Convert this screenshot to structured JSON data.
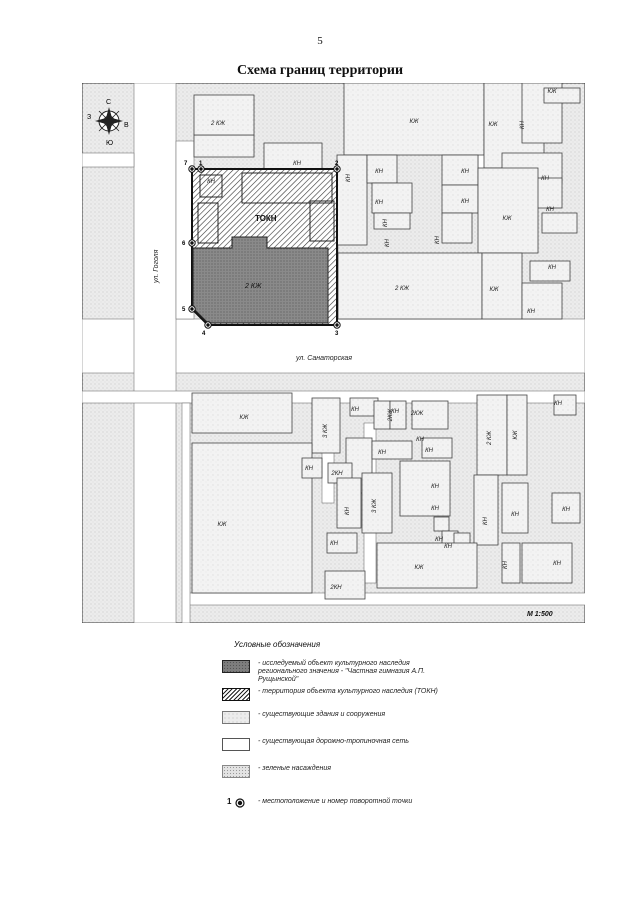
{
  "page_number": "5",
  "title": "Схема границ территории",
  "scale": "М 1:500",
  "compass": {
    "north": "С",
    "south": "Ю",
    "east": "В",
    "west": "З"
  },
  "streets": {
    "gogolya": "ул. Гоголя",
    "sanatornaya": "ул. Санаторская"
  },
  "center_labels": {
    "tokn": "ТОКН",
    "object": "2 КЖ"
  },
  "building_labels": [
    "КЖ",
    "2 КЖ",
    "КЖ",
    "КН",
    "КЖ",
    "КН",
    "КН",
    "КН",
    "КН",
    "КН",
    "КН",
    "КН",
    "КН",
    "КН",
    "КЖ",
    "КН",
    "КН",
    "2 КЖ",
    "КЖ",
    "КН",
    "КН",
    "КН",
    "КЖ",
    "3 КЖ",
    "КН",
    "2КЖ",
    "КН",
    "2КЖ",
    "КН",
    "2 КЖ",
    "КЖ",
    "КН",
    "КН",
    "2КН",
    "КН",
    "КН",
    "КН",
    "3 КЖ",
    "КН",
    "КЖ",
    "КН",
    "КН",
    "КН",
    "КН",
    "КН",
    "КН",
    "КН",
    "КЖ",
    "КН",
    "КН",
    "2КН"
  ],
  "boundary_points": [
    "7",
    "1",
    "2",
    "3",
    "4",
    "5",
    "6"
  ],
  "legend": {
    "title": "Условные обозначения",
    "items": [
      {
        "text": "- исследуемый объект культурного наследия регионального значения - \"Частная гимназия А.П. Рущынской\""
      },
      {
        "text": "- территория объекта культурного наследия (ТОКН)"
      },
      {
        "text": "- существующие здания и сооружения"
      },
      {
        "text": "- существующая дорожно-тропиночная сеть"
      },
      {
        "text": "- зеленые насаждения"
      }
    ],
    "point_number": "1",
    "point_text": "- местоположение и номер поворотной точки"
  }
}
